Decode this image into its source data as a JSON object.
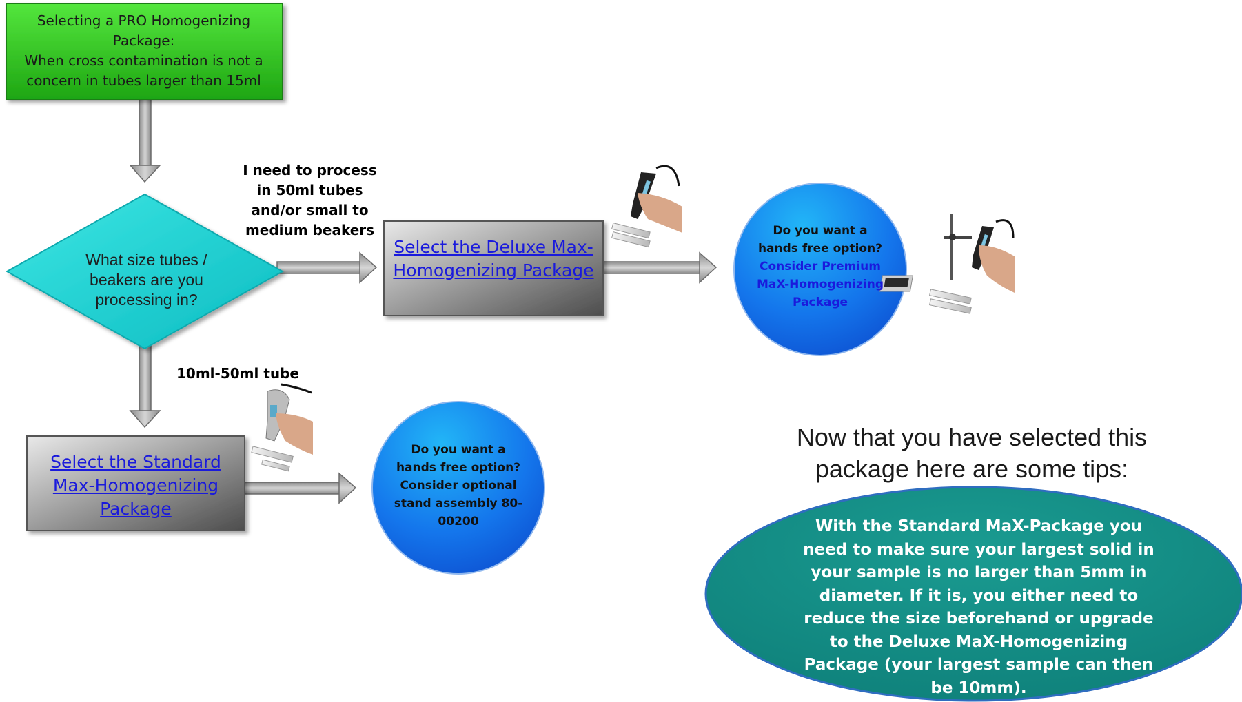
{
  "start_box": {
    "text": "Selecting a PRO Homogenizing Package:\nWhen cross contamination is not a concern in tubes larger than 15ml",
    "color": "#33c41f"
  },
  "decision": {
    "text": "What size tubes / beakers are you processing in?",
    "color": "#19cfcf"
  },
  "edge_labels": {
    "right": "I need to process in 50ml tubes and/or small to medium beakers",
    "down": "10ml-50ml tube"
  },
  "deluxe_box": {
    "link_text": "Select the Deluxe Max-Homogenizing Package"
  },
  "standard_box": {
    "link_text": "Select the Standard Max-Homogenizing Package"
  },
  "premium_circle": {
    "question": "Do you want a hands free option?",
    "link_text": "Consider Premium MaX-Homogenizing Package"
  },
  "stand_circle": {
    "text": "Do you want a hands free option? Consider optional stand assembly 80-00200"
  },
  "tips": {
    "title": "Now that you have selected this package here are some tips:",
    "body": "With the Standard MaX-Package you need to make sure your largest solid in your sample is no larger than 5mm in diameter. If it is, you either need to reduce the size beforehand or upgrade to the Deluxe MaX-Homogenizing Package (your largest sample can then be 10mm).",
    "color": "#138e86"
  },
  "icons": [
    "homogenizer-handheld-icon",
    "homogenizer-stand-icon",
    "homogenizer-standard-icon"
  ]
}
